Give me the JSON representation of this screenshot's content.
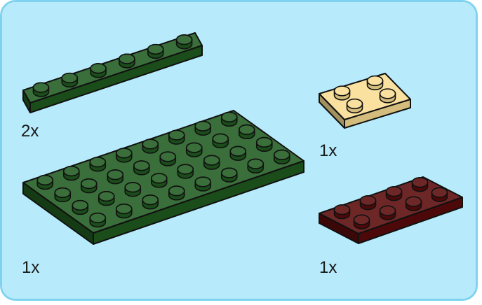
{
  "colors": {
    "background": "#b7eafb",
    "border": "#7fd3ee",
    "dark_green": "#1f5a1f",
    "tan": "#f9dd92",
    "dark_red": "#5a0a0a",
    "outline": "#111111"
  },
  "parts": [
    {
      "name": "dark-green-plate-1x6",
      "color": "dark_green",
      "studs": "1x6",
      "quantity_label": "2x"
    },
    {
      "name": "tan-plate-2x2",
      "color": "tan",
      "studs": "2x2",
      "quantity_label": "1x"
    },
    {
      "name": "dark-green-plate-4x8",
      "color": "dark_green",
      "studs": "4x8",
      "quantity_label": "1x"
    },
    {
      "name": "dark-red-plate-2x4",
      "color": "dark_red",
      "studs": "2x4",
      "quantity_label": "1x"
    }
  ]
}
